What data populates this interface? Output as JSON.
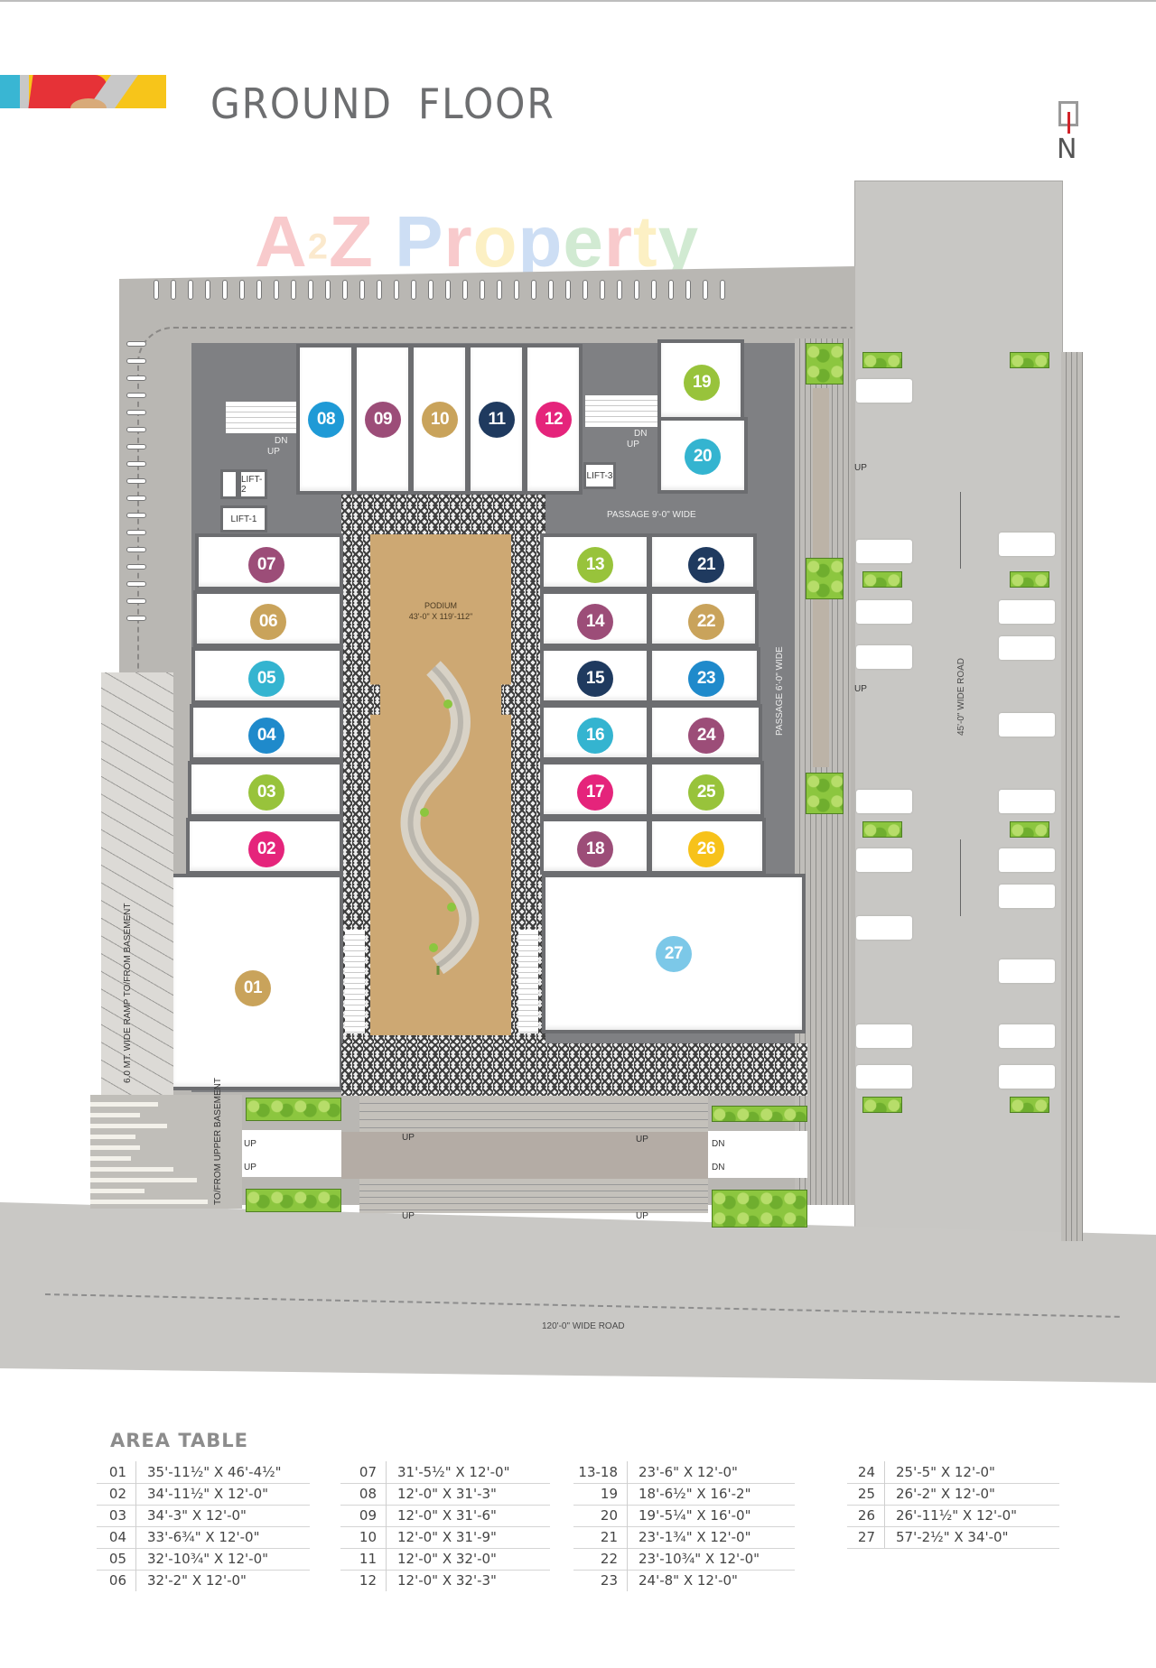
{
  "header": {
    "title": "GROUND FLOOR",
    "north_label": "N",
    "watermark": "A2Z Property"
  },
  "colors": {
    "brand_red": "#e63237",
    "brand_yellow": "#f7c51a",
    "brand_cyan": "#39b6d3",
    "road_grey": "#c8c7c4",
    "unit_border": "#6c6d70",
    "podium": "#cda873",
    "magenta": "#e5247b",
    "plum": "#9c4d78",
    "gold": "#c9a35b",
    "navy": "#1f3a5f",
    "sky": "#1f9ad6",
    "teal": "#34b4d0",
    "lime": "#98c33b",
    "yellow": "#f7c21a",
    "light_blue": "#7cc8e8"
  },
  "plan": {
    "labels": {
      "road_right": "45'-0\" WIDE ROAD",
      "road_bottom": "120'-0\" WIDE ROAD",
      "passage_9": "PASSAGE 9'-0\" WIDE",
      "passage_6": "PASSAGE 6'-0\" WIDE",
      "podium_title": "PODIUM",
      "podium_dims": "43'-0\" X 119'-112\"",
      "ramp": "6.0 MT. WIDE RAMP TO/FROM BASEMENT",
      "upper_basement": "TO/FROM UPPER BASEMENT",
      "lift1": "LIFT-1",
      "lift2": "LIFT-2",
      "lift3": "LIFT-3",
      "up": "UP",
      "dn": "DN"
    },
    "units": [
      {
        "id": "01",
        "color": "#c9a35b"
      },
      {
        "id": "02",
        "color": "#e5247b"
      },
      {
        "id": "03",
        "color": "#98c33b"
      },
      {
        "id": "04",
        "color": "#1f8acb"
      },
      {
        "id": "05",
        "color": "#34b4d0"
      },
      {
        "id": "06",
        "color": "#c9a35b"
      },
      {
        "id": "07",
        "color": "#9c4d78"
      },
      {
        "id": "08",
        "color": "#1f9ad6"
      },
      {
        "id": "09",
        "color": "#9c4d78"
      },
      {
        "id": "10",
        "color": "#c9a35b"
      },
      {
        "id": "11",
        "color": "#1f3a5f"
      },
      {
        "id": "12",
        "color": "#e5247b"
      },
      {
        "id": "13",
        "color": "#98c33b"
      },
      {
        "id": "14",
        "color": "#9c4d78"
      },
      {
        "id": "15",
        "color": "#1f3a5f"
      },
      {
        "id": "16",
        "color": "#34b4d0"
      },
      {
        "id": "17",
        "color": "#e5247b"
      },
      {
        "id": "18",
        "color": "#9c4d78"
      },
      {
        "id": "19",
        "color": "#98c33b"
      },
      {
        "id": "20",
        "color": "#34b4d0"
      },
      {
        "id": "21",
        "color": "#1f3a5f"
      },
      {
        "id": "22",
        "color": "#c9a35b"
      },
      {
        "id": "23",
        "color": "#1f8acb"
      },
      {
        "id": "24",
        "color": "#9c4d78"
      },
      {
        "id": "25",
        "color": "#98c33b"
      },
      {
        "id": "26",
        "color": "#f7c21a"
      },
      {
        "id": "27",
        "color": "#7cc8e8"
      }
    ]
  },
  "area_table": {
    "title": "AREA TABLE",
    "columns": [
      [
        {
          "unit": "01",
          "size": "35'-11½\" X 46'-4½\""
        },
        {
          "unit": "02",
          "size": "34'-11½\" X 12'-0\""
        },
        {
          "unit": "03",
          "size": "34'-3\" X 12'-0\""
        },
        {
          "unit": "04",
          "size": "33'-6¾\" X 12'-0\""
        },
        {
          "unit": "05",
          "size": "32'-10¾\" X 12'-0\""
        },
        {
          "unit": "06",
          "size": "32'-2\" X 12'-0\""
        }
      ],
      [
        {
          "unit": "07",
          "size": "31'-5½\" X 12'-0\""
        },
        {
          "unit": "08",
          "size": "12'-0\" X 31'-3\""
        },
        {
          "unit": "09",
          "size": "12'-0\" X 31'-6\""
        },
        {
          "unit": "10",
          "size": "12'-0\" X 31'-9\""
        },
        {
          "unit": "11",
          "size": "12'-0\" X 32'-0\""
        },
        {
          "unit": "12",
          "size": "12'-0\" X 32'-3\""
        }
      ],
      [
        {
          "unit": "13-18",
          "size": "23'-6\" X 12'-0\""
        },
        {
          "unit": "19",
          "size": "18'-6½\" X 16'-2\""
        },
        {
          "unit": "20",
          "size": "19'-5¼\" X 16'-0\""
        },
        {
          "unit": "21",
          "size": "23'-1¾\" X 12'-0\""
        },
        {
          "unit": "22",
          "size": "23'-10¾\" X 12'-0\""
        },
        {
          "unit": "23",
          "size": "24'-8\" X 12'-0\""
        }
      ],
      [
        {
          "unit": "24",
          "size": "25'-5\" X 12'-0\""
        },
        {
          "unit": "25",
          "size": "26'-2\" X 12'-0\""
        },
        {
          "unit": "26",
          "size": "26'-11½\" X 12'-0\""
        },
        {
          "unit": "27",
          "size": "57'-2½\" X 34'-0\""
        }
      ]
    ]
  }
}
